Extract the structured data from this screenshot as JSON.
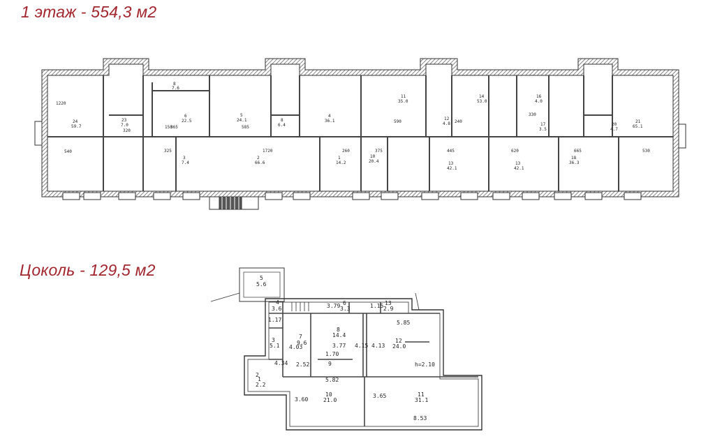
{
  "headings": {
    "floor1": "1 этаж - 554,3 м2",
    "basement": "Цоколь - 129,5 м2"
  },
  "colors": {
    "heading": "#a3262f",
    "wall": "#555555",
    "line": "#333333"
  },
  "floor1": {
    "rooms": [
      {
        "num": "24",
        "area": "59.7"
      },
      {
        "num": "23",
        "area": "7.0"
      },
      {
        "num": "8",
        "area": "7.6"
      },
      {
        "num": "6",
        "area": "22.5"
      },
      {
        "num": "5",
        "area": "24.1"
      },
      {
        "num": "8",
        "area": "6.4"
      },
      {
        "num": "4",
        "area": "36.1"
      },
      {
        "num": "11",
        "area": "35.0"
      },
      {
        "num": "14",
        "area": "53.0"
      },
      {
        "num": "12",
        "area": "4.8"
      },
      {
        "num": "16",
        "area": "4.0"
      },
      {
        "num": "17",
        "area": "3.5"
      },
      {
        "num": "20",
        "area": "4.7"
      },
      {
        "num": "21",
        "area": "65.1"
      },
      {
        "num": "3",
        "area": "7.4"
      },
      {
        "num": "2",
        "area": "66.6"
      },
      {
        "num": "1",
        "area": "14.2"
      },
      {
        "num": "10",
        "area": "20.4"
      },
      {
        "num": "13",
        "area": "42.1"
      },
      {
        "num": "13",
        "area": "42.1"
      },
      {
        "num": "18",
        "area": "36.3"
      }
    ],
    "dims": [
      "540",
      "1220",
      "325",
      "1720",
      "260",
      "375",
      "445",
      "620",
      "665",
      "530",
      "590",
      "365",
      "320",
      "585",
      "330",
      "240",
      "150"
    ]
  },
  "basement": {
    "rooms": [
      {
        "num": "5",
        "area": "5.6"
      },
      {
        "num": "4",
        "area": "3.6"
      },
      {
        "num": "6",
        "area": "3.3"
      },
      {
        "num": "13",
        "area": "2.9"
      },
      {
        "num": "3",
        "area": "5.1"
      },
      {
        "num": "7",
        "area": "9.6"
      },
      {
        "num": "8",
        "area": "14.4"
      },
      {
        "num": "12",
        "area": "24.0"
      },
      {
        "num": "2",
        "area": ""
      },
      {
        "num": "1",
        "area": "2.2"
      },
      {
        "num": "10",
        "area": "21.0"
      },
      {
        "num": "11",
        "area": "31.1"
      },
      {
        "num": "9",
        "area": ""
      }
    ],
    "dims": [
      "3.79",
      "1.15",
      "1.17",
      "4.34",
      "4.03",
      "3.77",
      "4.15",
      "4.13",
      "5.85",
      "2.52",
      "1.70",
      "5.82",
      "3.60",
      "3.65",
      "8.53",
      "h=2.10"
    ]
  }
}
